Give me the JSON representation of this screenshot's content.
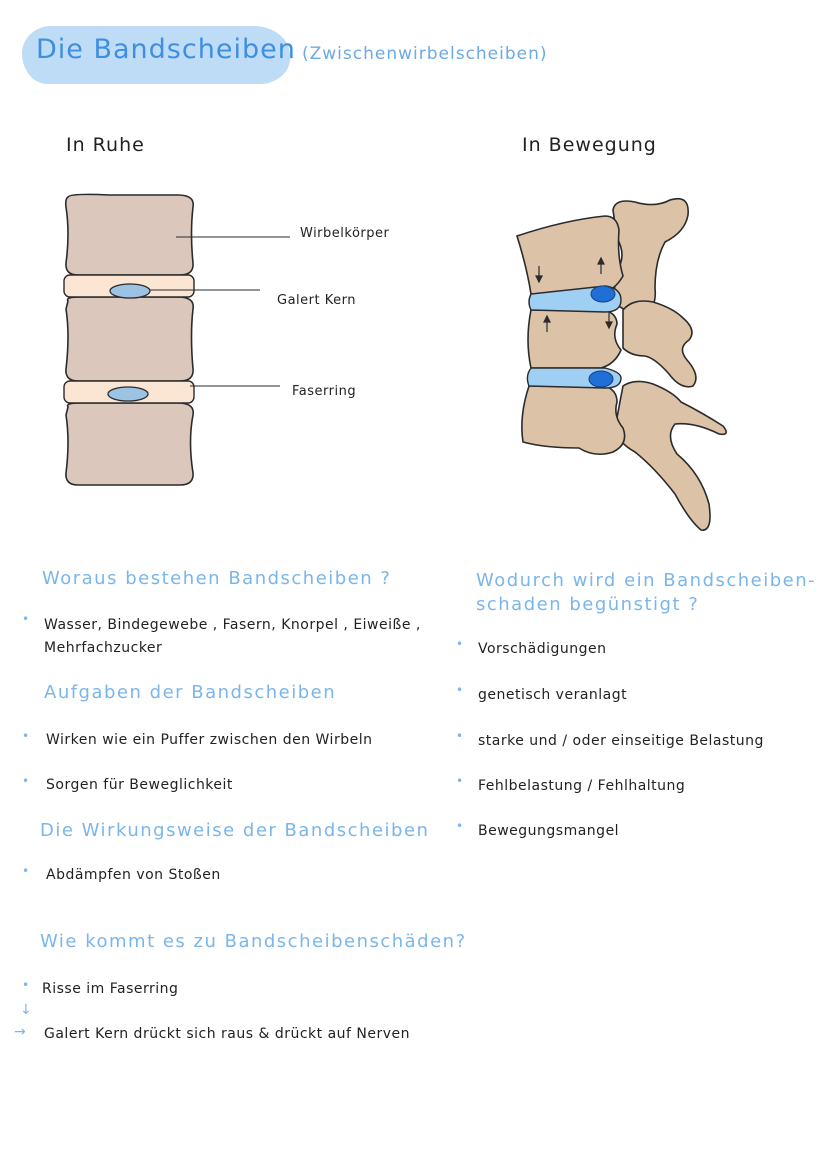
{
  "header": {
    "title": "Die Bandscheiben",
    "subtitle": "(Zwischenwirbelscheiben)"
  },
  "diagrams": {
    "rest": {
      "title": "In Ruhe",
      "labels": [
        "Wirbelkörper",
        "Galert Kern",
        "Faserring"
      ]
    },
    "motion": {
      "title": "In Bewegung"
    }
  },
  "sections": {
    "composition": {
      "heading": "Woraus bestehen Bandscheiben ?",
      "lines": [
        "Wasser, Bindegewebe , Fasern, Knorpel , Eiweiße ,",
        "Mehrfachzucker"
      ]
    },
    "tasks": {
      "heading": "Aufgaben der Bandscheiben",
      "items": [
        "Wirken wie ein Puffer zwischen den Wirbeln",
        "Sorgen für Beweglichkeit"
      ]
    },
    "mode": {
      "heading": "Die Wirkungsweise der Bandscheiben",
      "items": [
        "Abdämpfen von Stoßen"
      ]
    },
    "damage_causes": {
      "heading_line1": "Wodurch wird ein Bandscheiben-",
      "heading_line2": "schaden begünstigt ?",
      "items": [
        "Vorschädigungen",
        "genetisch veranlagt",
        "starke und / oder einseitige Belastung",
        "Fehlbelastung / Fehlhaltung",
        "Bewegungsmangel"
      ]
    },
    "damage_origin": {
      "heading": "Wie kommt es zu Bandscheibenschäden?",
      "item1": "Risse im Faserring",
      "down_arrow": "↓",
      "right_arrow": "→",
      "item2": "Galert Kern drückt sich raus & drückt auf Nerven"
    }
  },
  "colors": {
    "title_highlight": "#bfdcf7",
    "heading_blue": "#7ab6ec",
    "vertebra": "#dcc7bd",
    "disc_ring": "#fbe6d4",
    "nucleus_light": "#9cc3e3",
    "bone": "#dcc3a8",
    "disc_blue": "#9fd0f4",
    "nucleus_dark": "#1f6fd6"
  }
}
